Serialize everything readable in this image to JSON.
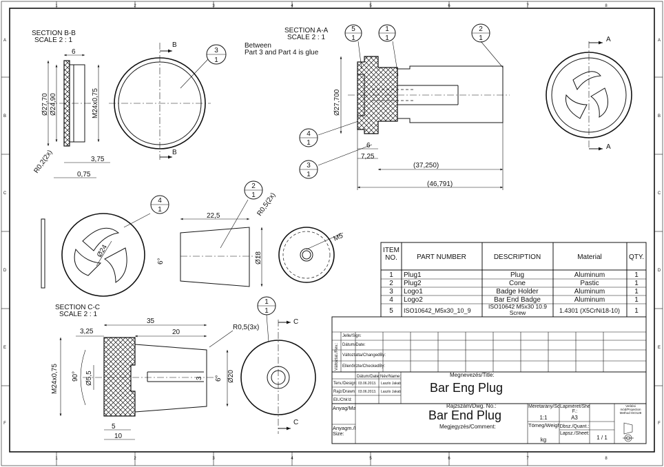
{
  "zones": {
    "columns": [
      "1",
      "2",
      "3",
      "4",
      "5",
      "6",
      "7",
      "8"
    ],
    "rows": [
      "A",
      "B",
      "C",
      "D",
      "E",
      "F"
    ]
  },
  "section_bb": {
    "title": "SECTION B-B",
    "scale": "SCALE 2 : 1",
    "cut_letter": "B",
    "dims": {
      "width": "6",
      "d1": "Ø27,70",
      "d2": "Ø24,90",
      "thread": "M24x0,75",
      "radius": "R0,2(2x)",
      "d375": "3,75",
      "d075": "0,75"
    }
  },
  "section_aa": {
    "title": "SECTION A-A",
    "scale": "SCALE 2 : 1",
    "cut_letter": "A",
    "note": [
      "Between",
      "Part 3 and Part 4 is glue"
    ],
    "dims": {
      "diameter": "Ø27,700",
      "d6": "6",
      "d725": "7,25",
      "d37": "(37,250)",
      "d46": "(46,791)"
    }
  },
  "section_cc": {
    "title": "SECTION C-C",
    "scale": "SCALE 2 : 1",
    "cut_letter": "C",
    "dims": {
      "d35": "35",
      "d325": "3,25",
      "d20": "20",
      "r05": "R0,5(3x)",
      "thread": "M24x0,75",
      "angle": "90°",
      "d55": "Ø5,5",
      "d3": "3",
      "d6": "6°",
      "d20dia": "Ø20",
      "d5": "5",
      "d10": "10"
    }
  },
  "cone_view": {
    "d225": "22,5",
    "r05": "R0,5(2x)",
    "angle": "6°",
    "dia": "Ø18"
  },
  "logo_view": {
    "dia": "Ø24"
  },
  "screw_view": {
    "thread": "M5"
  },
  "balloons": [
    {
      "top": "3",
      "bottom": "1"
    },
    {
      "top": "5",
      "bottom": "1"
    },
    {
      "top": "1",
      "bottom": "1"
    },
    {
      "top": "2",
      "bottom": "1"
    },
    {
      "top": "4",
      "bottom": "1"
    },
    {
      "top": "3",
      "bottom": "1"
    },
    {
      "top": "2",
      "bottom": "1"
    },
    {
      "top": "4",
      "bottom": "1"
    },
    {
      "top": "1",
      "bottom": "1"
    }
  ],
  "bom": {
    "headers": [
      "ITEM NO.",
      "PART NUMBER",
      "DESCRIPTION",
      "Material",
      "QTY."
    ],
    "rows": [
      [
        "1",
        "Plug1",
        "Plug",
        "Aluminum",
        "1"
      ],
      [
        "2",
        "Plug2",
        "Cone",
        "Pastic",
        "1"
      ],
      [
        "3",
        "Logo1",
        "Badge Holder",
        "Aluminum",
        "1"
      ],
      [
        "4",
        "Logo2",
        "Bar End Badge",
        "Aluminum",
        "1"
      ],
      [
        "5",
        "ISO10642_M5x30_10_9",
        "ISO10642 M5x30 10.9 Screw",
        "1.4301 (X5CrNi18-10)",
        "1"
      ]
    ]
  },
  "title_block": {
    "revision_side": "Változtat./Rev.:",
    "rev_labels": [
      "Jelle/Sign:",
      "Dátum/Date:",
      "Változtatta/ChangedBy:",
      "Ellenőrizte/CheckedBy:"
    ],
    "head_date": "Dátum/Date:",
    "head_name": "Név/Name:",
    "design_label": "Terv./Design:",
    "design_date": "03.06.2013.",
    "design_name": "Laszlo Jakab",
    "drawn_label": "Rajz/Drawn:",
    "drawn_date": "03.06.2013.",
    "drawn_name": "Laszlo Jakab",
    "checked_label": "Ell./Chk'd:",
    "title_label": "Megnevezés/Title:",
    "title": "Bar Eng Plug",
    "dwg_label": "Rajzszám/Dwg. No.:",
    "dwg_no": "Bar End Plug",
    "comment_label": "Megjegyzés/Comment:",
    "material_label": "Anyag/Material:",
    "material_size_label": "Anyagm./Material Size:",
    "scale_label": "Méretarány/Scale:",
    "scale": "1:1",
    "sheet_size_label": "Lapméret/Sheet F.:",
    "sheet_size": "A3",
    "qty_label": "Dbsz./Quant.:",
    "weight_label": "Tömeg/Weight:",
    "weight_unit": "kg",
    "sheets_label": "Lapsz./Sheet:",
    "sheets": "1 / 1",
    "projection_label": "Vetítési mód/Projection Method ISO128"
  }
}
